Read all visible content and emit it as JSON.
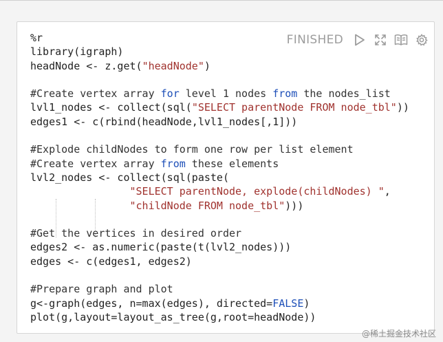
{
  "cell": {
    "status": "FINISHED",
    "icons": [
      "run-icon",
      "expand-icon",
      "book-icon",
      "settings-icon"
    ],
    "code_lines": [
      "%r",
      "library(igraph)",
      "headNode <- z.get(\"headNode\")",
      "",
      "#Create vertex array for level 1 nodes from the nodes_list",
      "lvl1_nodes <- collect(sql(\"SELECT parentNode FROM node_tbl\"))",
      "edges1 <- c(rbind(headNode,lvl1_nodes[,1]))",
      "",
      "#Explode childNodes to form one row per list element",
      "#Create vertex array from these elements",
      "lvl2_nodes <- collect(sql(paste(",
      "                \"SELECT parentNode, explode(childNodes) \",",
      "                \"childNode FROM node_tbl\")))",
      "",
      "#Get the vertices in desired order",
      "edges2 <- as.numeric(paste(t(lvl2_nodes)))",
      "edges <- c(edges1, edges2)",
      "",
      "#Prepare graph and plot",
      "g<-graph(edges, n=max(edges), directed=FALSE)",
      "plot(g,layout=layout_as_tree(g,root=headNode))"
    ]
  },
  "watermark": "@稀土掘金技术社区",
  "colors": {
    "status_text": "#9c9c9c",
    "keyword": "#1d4fb8",
    "string": "#a0322e"
  }
}
